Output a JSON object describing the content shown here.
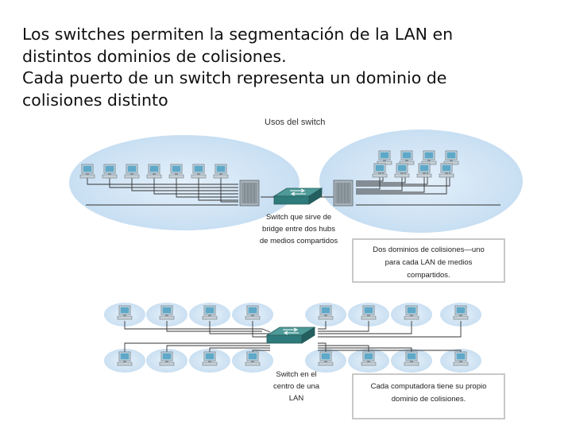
{
  "heading": {
    "line1": "Los switches permiten la segmentación de la LAN en",
    "line2": "distintos dominios de colisiones.",
    "line3": "Cada puerto de un switch representa un dominio de",
    "line4": "colisiones distinto"
  },
  "diagram": {
    "title": "Usos del switch",
    "top_caption": [
      "Switch que sirve de",
      "bridge entre dos hubs",
      "de medios compartidos"
    ],
    "top_note": [
      "Dos dominios de colisiones—uno",
      "para cada LAN de medios",
      "compartidos."
    ],
    "bottom_caption": [
      "Switch en el",
      "centro de una",
      "LAN"
    ],
    "bottom_note": [
      "Cada computadora tiene su propio",
      "dominio de colisiones."
    ]
  },
  "colors": {
    "domain_fill": "#cfe3f5",
    "switch_fill": "#2f7a7a",
    "hub_fill": "#9aa4ac",
    "pc_screen": "#5fa8c8"
  },
  "icons": [
    "computer-icon",
    "hub-icon",
    "switch-icon"
  ]
}
